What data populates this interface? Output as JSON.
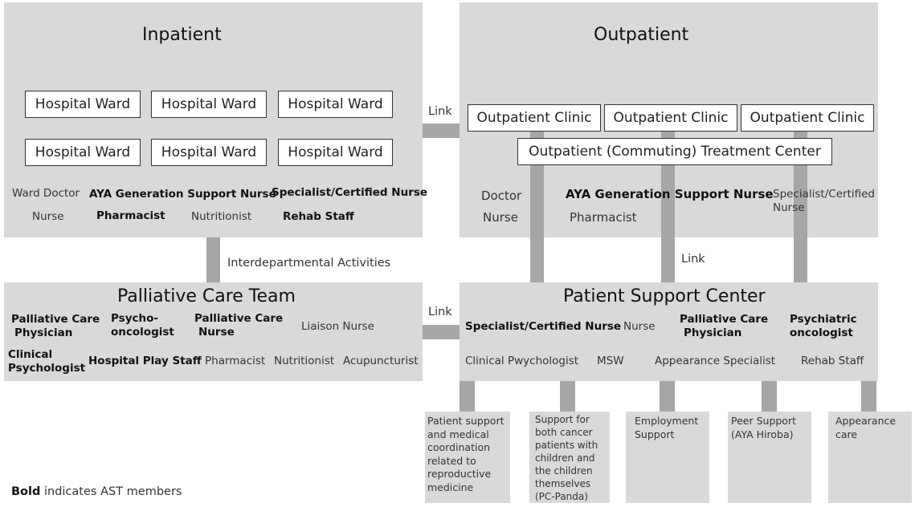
{
  "inpatient": {
    "title": "Inpatient",
    "wards": [
      "Hospital Ward",
      "Hospital Ward",
      "Hospital Ward",
      "Hospital Ward",
      "Hospital Ward",
      "Hospital Ward"
    ],
    "staff": [
      "Ward Doctor",
      "AYA Generation  Support Nurse",
      "Specialist/Certified  Nurse",
      "Nurse",
      "Pharmacist",
      "Nutritionist",
      "Rehab Staff"
    ]
  },
  "outpatient": {
    "title": "Outpatient",
    "clinics": [
      "Outpatient Clinic",
      "Outpatient Clinic",
      "Outpatient Clinic"
    ],
    "treatment_center": "Outpatient (Commuting) Treatment Center",
    "staff": [
      "Doctor",
      "Nurse",
      "AYA Generation  Support Nurse",
      "Pharmacist",
      "Specialist/Certified",
      "Nurse"
    ]
  },
  "links": {
    "link_top": "Link",
    "link_mid": "Link",
    "link_right": "Link",
    "interdepartmental": "Interdepartmental Activities"
  },
  "palliative": {
    "title": "Palliative Care Team",
    "staff": [
      "Palliative Care",
      "Physician",
      "Psycho-",
      "oncologist",
      "Palliative Care",
      "Nurse",
      "Liaison Nurse",
      "Clinical",
      "Psychologist",
      "Hospital Play Staff",
      "Pharmacist",
      "Nutritionist",
      "Acupuncturist"
    ]
  },
  "support_center": {
    "title": "Patient Support Center",
    "staff": [
      "Specialist/Certified  Nurse",
      "Nurse",
      "Palliative Care",
      "Physician",
      "Psychiatric",
      "oncologist",
      "Clinical Pwychologist",
      "MSW",
      "Appearance Specialist",
      "Rehab Staff"
    ]
  },
  "services": [
    [
      "Patient support",
      "and medical",
      "coordination",
      "related to",
      "reproductive",
      "medicine"
    ],
    [
      "Support for",
      "both cancer",
      "patients with",
      "children and",
      "the children",
      "themselves",
      "(PC-Panda)"
    ],
    [
      "Employment",
      "Support"
    ],
    [
      "Peer Support",
      "(AYA Hiroba)"
    ],
    [
      "Appearance",
      "care"
    ]
  ],
  "legend": {
    "bold_word": "Bold",
    "rest": "indicates AST members"
  }
}
